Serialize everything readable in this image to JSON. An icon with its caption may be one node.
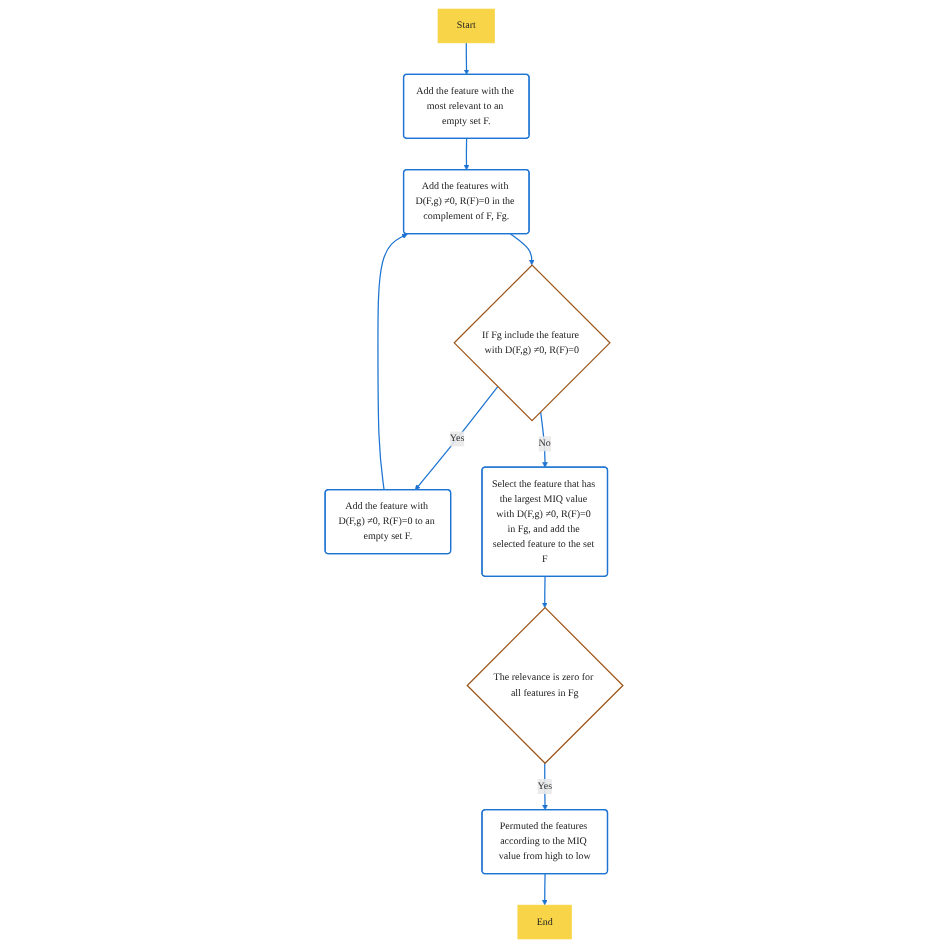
{
  "diagram": {
    "nodes": [
      {
        "text": [
          "Start"
        ]
      },
      {
        "text": [
          "Add the feature with the most relevant to an empty set F."
        ]
      },
      {
        "text": [
          "Add the features with D(F,g) ≠0, R(F)=0 in the complement of F, Fg."
        ]
      },
      {
        "text": [
          "Add the feature with D(F,g) ≠0, R(F)=0 to an empty set F."
        ]
      },
      {
        "text": [
          "If Fg include the feature with D(F,g) ≠0, R(F)=0"
        ]
      },
      {
        "text": [
          "Select the feature that has the largest MIQ value with D(F,g) ≠0, R(F)=0 in Fg, and add the selected feature to the set F"
        ]
      },
      {
        "text": [
          "The relevance is zero for all features in Fg"
        ]
      },
      {
        "text": [
          "Permuted the features according to the MIQ value from high to low"
        ]
      },
      {
        "text": [
          "End"
        ]
      }
    ],
    "edges": [
      {
        "from": 0,
        "to": 1,
        "arrow": "to"
      },
      {
        "from": 1,
        "to": 2,
        "arrow": "to"
      },
      {
        "from": 2,
        "to": 4,
        "arrow": "to"
      },
      {
        "from": 3,
        "to": 2,
        "arrow": "to"
      },
      {
        "from": 4,
        "to": 3,
        "arrow": "to",
        "label": "Yes"
      },
      {
        "from": 4,
        "to": 5,
        "arrow": "to",
        "label": "No"
      },
      {
        "from": 5,
        "to": 6,
        "arrow": "to"
      },
      {
        "from": 6,
        "to": 7,
        "arrow": "to",
        "label": "Yes"
      },
      {
        "from": 7,
        "to": 8,
        "arrow": "to"
      }
    ]
  }
}
